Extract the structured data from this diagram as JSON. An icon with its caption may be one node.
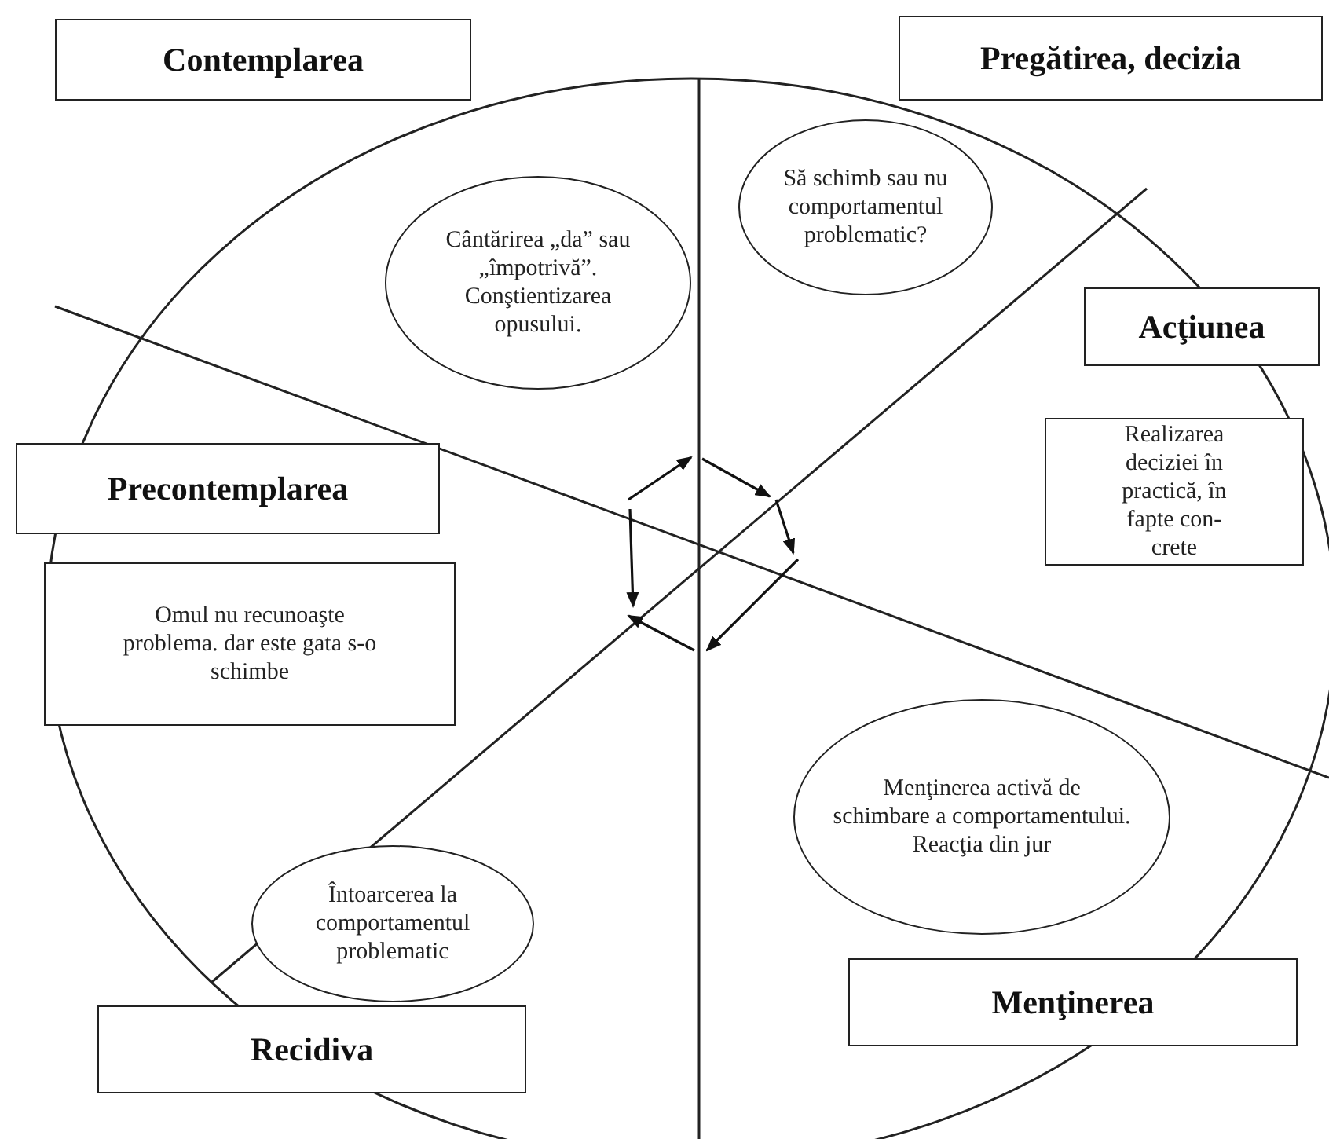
{
  "diagram": {
    "nodes": [
      {
        "text": [
          "Contemplarea"
        ]
      },
      {
        "text": [
          "Pregătirea, decizia"
        ]
      },
      {
        "text": [
          "Cântărirea „da” sau „împotrivă”. Conştientizarea opusului."
        ]
      },
      {
        "text": [
          "Să schimb sau nu comportamentul problematic?"
        ]
      },
      {
        "text": [
          "Acţiunea"
        ]
      },
      {
        "text": [
          "Precontemplarea"
        ]
      },
      {
        "text": [
          "Realizarea deciziei în practică, în fapte con- crete"
        ]
      },
      {
        "text": [
          "Omul nu recunoaşte problema. dar este gata s-o schimbe"
        ]
      },
      {
        "text": [
          "Menţinerea activă de schimbare a comportamentului. Reacţia din jur"
        ]
      },
      {
        "text": [
          "Întoarcerea la comportamentul problematic"
        ]
      },
      {
        "text": [
          "Menţinerea"
        ]
      },
      {
        "text": [
          "Recidiva"
        ]
      }
    ],
    "edges": []
  }
}
